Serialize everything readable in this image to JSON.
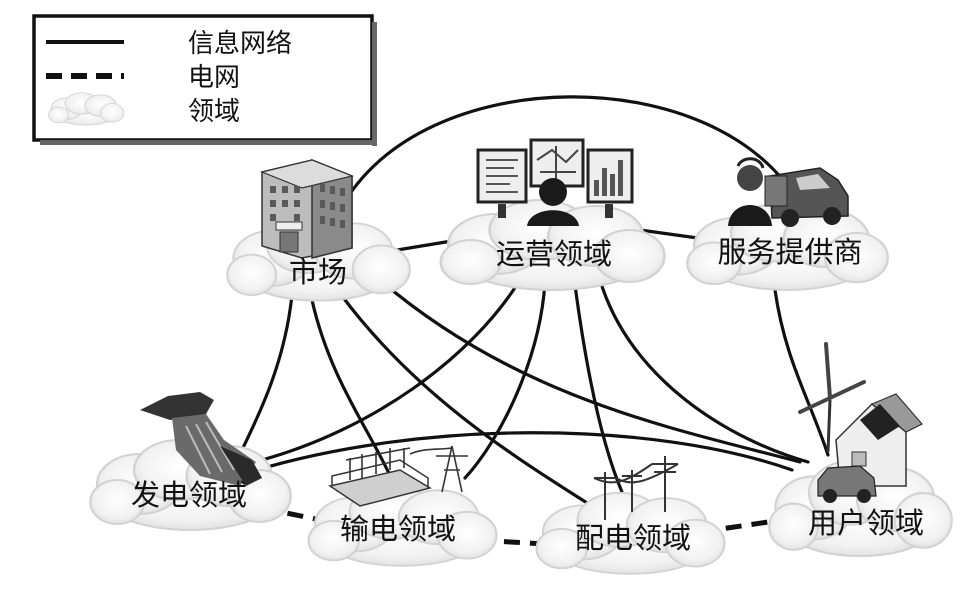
{
  "legend": {
    "items": [
      {
        "key": "info_network",
        "label": "信息网络"
      },
      {
        "key": "power_grid",
        "label": "电网"
      },
      {
        "key": "domain",
        "label": "领域"
      }
    ]
  },
  "domains": {
    "market": "市场",
    "operations": "运营领域",
    "service_provider": "服务提供商",
    "generation": "发电领域",
    "transmission": "输电领域",
    "distribution": "配电领域",
    "customer": "用户领域"
  },
  "icons": {
    "market": "market-building-icon",
    "operations": "control-room-monitors-icon",
    "service_provider": "service-provider-person-vehicles-icon",
    "generation": "power-plant-icon",
    "transmission": "transmission-substation-icon",
    "distribution": "distribution-poles-icon",
    "customer": "house-solar-wind-car-icon"
  },
  "colors": {
    "line": "#111111",
    "cloud_fill": "#f2f2f2",
    "cloud_stroke": "#d6d6d6"
  }
}
